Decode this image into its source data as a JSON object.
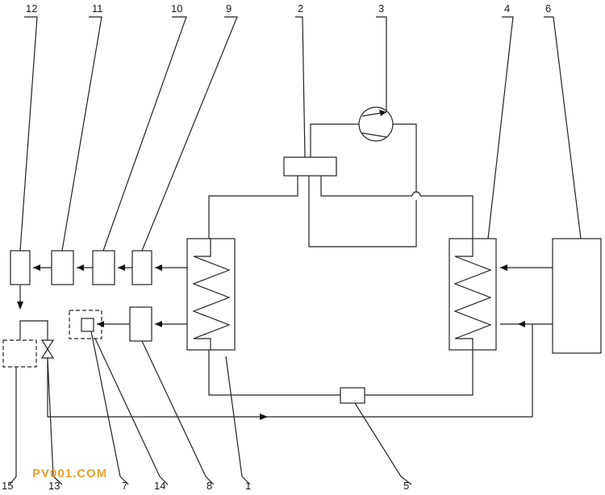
{
  "labels": [
    "1",
    "2",
    "3",
    "4",
    "5",
    "6",
    "7",
    "8",
    "9",
    "10",
    "11",
    "12",
    "13",
    "14",
    "15"
  ],
  "watermark": "PV001.COM"
}
